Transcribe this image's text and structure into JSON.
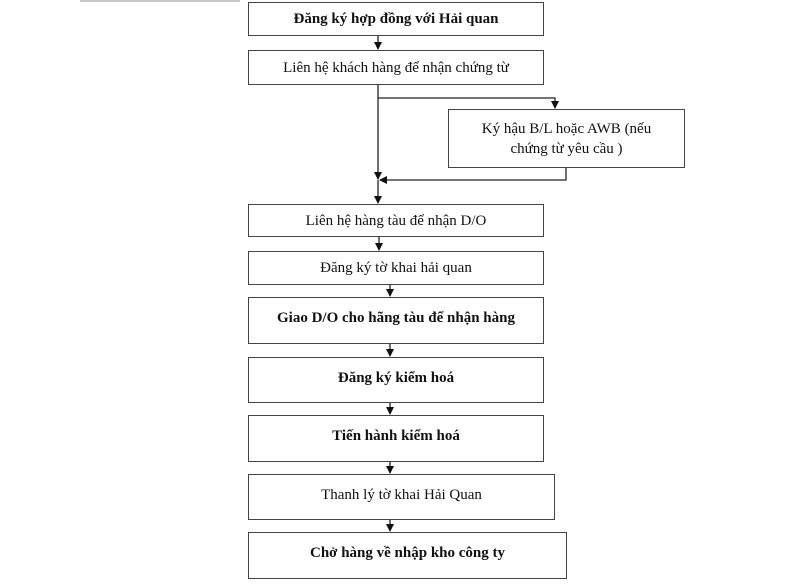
{
  "diagram": {
    "type": "flowchart",
    "steps": [
      {
        "id": "s1",
        "label": "Đăng ký hợp đồng với Hải quan",
        "bold": true
      },
      {
        "id": "s2",
        "label": "Liên hệ khách hàng để nhận chứng từ",
        "bold": false
      },
      {
        "id": "s2b",
        "label": "Ký hậu B/L hoặc AWB (nếu chứng từ yêu cầu )",
        "bold": false,
        "optional_branch": true
      },
      {
        "id": "s3",
        "label": "Liên hệ hàng tàu để nhận D/O",
        "bold": false
      },
      {
        "id": "s4",
        "label": "Đăng ký tờ khai hải quan",
        "bold": false
      },
      {
        "id": "s5",
        "label": "Giao D/O cho hãng tàu để nhận hàng",
        "bold": true
      },
      {
        "id": "s6",
        "label": "Đăng ký kiểm hoá",
        "bold": true
      },
      {
        "id": "s7",
        "label": "Tiến hành kiểm hoá",
        "bold": true
      },
      {
        "id": "s8",
        "label": "Thanh lý tờ khai Hải Quan",
        "bold": false
      },
      {
        "id": "s9",
        "label": "Chở hàng về nhập kho công ty",
        "bold": true
      }
    ],
    "edges": [
      [
        "s1",
        "s2"
      ],
      [
        "s2",
        "s2b"
      ],
      [
        "s2",
        "s3"
      ],
      [
        "s2b",
        "s3"
      ],
      [
        "s3",
        "s4"
      ],
      [
        "s4",
        "s5"
      ],
      [
        "s5",
        "s6"
      ],
      [
        "s6",
        "s7"
      ],
      [
        "s7",
        "s8"
      ],
      [
        "s8",
        "s9"
      ]
    ]
  }
}
